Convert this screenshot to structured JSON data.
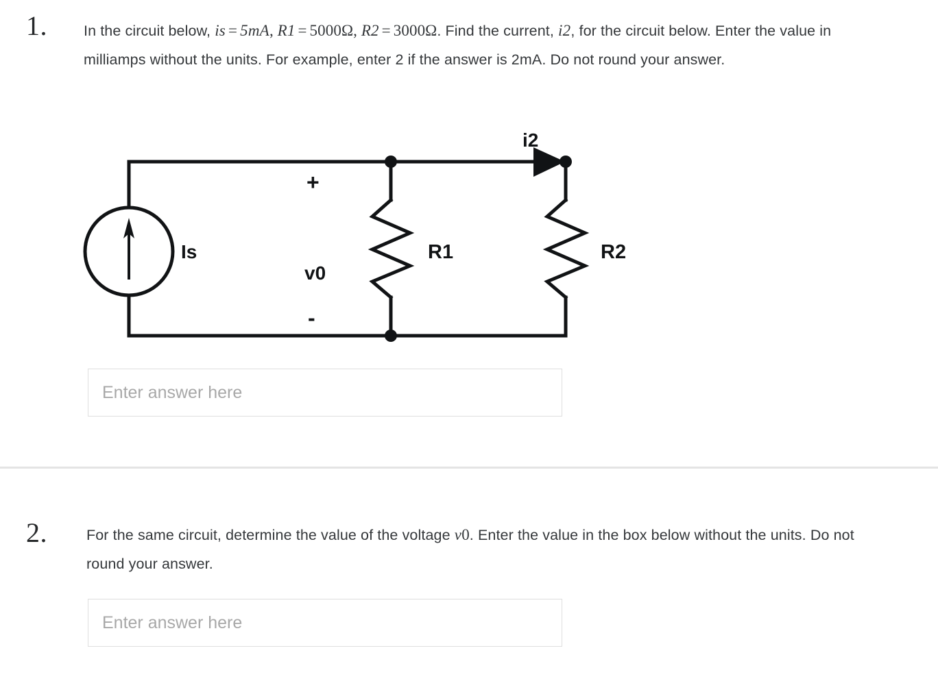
{
  "page": {
    "background": "#ffffff",
    "text_color": "#34373a"
  },
  "questions": [
    {
      "marker": "1.",
      "text_parts": {
        "p1": "In the circuit below, ",
        "m_is": "is",
        "eq1": "=",
        "m_5ma": "5mA",
        "c1": ", ",
        "m_r1": "R1",
        "eq2": "=",
        "m_5000": "5000Ω",
        "c2": ", ",
        "m_r2": "R2",
        "eq3": "=",
        "m_3000": "3000Ω",
        "p2": ". Find the current, ",
        "m_i2": "i2",
        "p3": ", for the circuit below. Enter the value in milliamps without the units. For example, enter 2 if the answer is 2mA. Do not round your answer."
      },
      "answer_placeholder": "Enter answer here"
    },
    {
      "marker": "2.",
      "text_parts": {
        "p1": "For the same circuit, determine the value of the voltage ",
        "m_v": "v",
        "m_0": "0",
        "p2": ". Enter the value in the box below without the units. Do not round your answer."
      },
      "answer_placeholder": "Enter answer here"
    }
  ],
  "circuit": {
    "labels": {
      "source": "Is",
      "plus": "+",
      "v0": "v0",
      "minus": "-",
      "r1": "R1",
      "r2": "R2",
      "i2": "i2"
    },
    "stroke_color": "#111315",
    "stroke_width": 5
  }
}
